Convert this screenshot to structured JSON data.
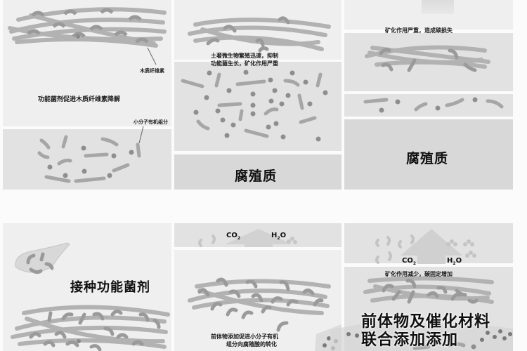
{
  "panels": {
    "top_left": {
      "fiber_label": "木质纤维素",
      "caption": "功能菌剂促进木质纤维素降解",
      "small_molecule_label": "小分子有机组分"
    },
    "top_middle": {
      "caption_line1": "土著微生物繁殖迅速，抑制",
      "caption_line2": "功能菌生长，矿化作用严重",
      "humus_label": "腐殖质"
    },
    "top_right": {
      "caption": "矿化作用严重，造成碳损失",
      "humus_label": "腐殖质"
    },
    "bottom_left": {
      "title": "接种功能菌剂"
    },
    "bottom_middle": {
      "co2": "CO",
      "co2_sub": "2",
      "h2o_h": "H",
      "h2o_sub": "2",
      "h2o_o": "O",
      "caption_line1": "前体物添加促进小分子有机",
      "caption_line2": "组分向腐殖酸的转化"
    },
    "bottom_right": {
      "co2": "CO",
      "co2_sub": "2",
      "h2o_h": "H",
      "h2o_sub": "2",
      "h2o_o": "O",
      "caption": "矿化作用减少，碳固定增加",
      "title_line1": "前体物及催化材料",
      "title_line2": "联合添加添加"
    }
  },
  "colors": {
    "panel_light": "#efefef",
    "panel_mid": "#e2e2e2",
    "panel_dark": "#d8d8d8",
    "fiber": "#b4b4b4",
    "bacteria_outline": "#555555",
    "dot": "#8a8a8a"
  }
}
